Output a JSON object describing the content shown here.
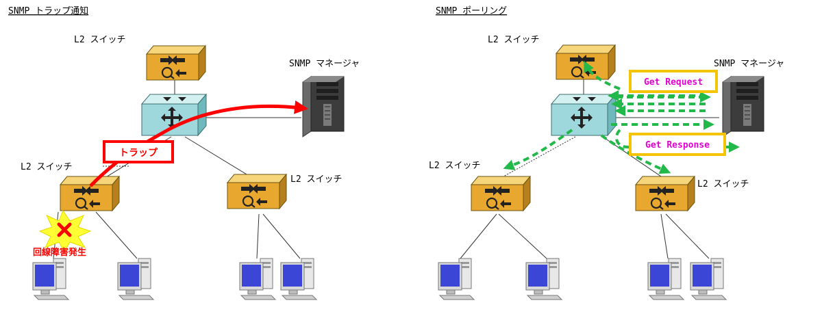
{
  "trap_panel": {
    "heading": "SNMP トラップ通知",
    "manager_label": "SNMP マネージャ",
    "switch_top_label": "L2 スイッチ",
    "switch_left_label": "L2 スイッチ",
    "switch_right_label": "L2 スイッチ",
    "trap_label": "トラップ",
    "failure_label": "回線障害発生"
  },
  "polling_panel": {
    "heading": "SNMP ポーリング",
    "manager_label": "SNMP マネージャ",
    "switch_top_label": "L2 スイッチ",
    "switch_left_label": "L2 スイッチ",
    "switch_right_label": "L2 スイッチ",
    "request_label": "Get Request",
    "response_label": "Get Response"
  },
  "icons": [
    "l2-switch-icon",
    "l3-switch-icon",
    "server-icon",
    "pc-icon",
    "failure-burst-icon"
  ],
  "colors": {
    "switch_body": "#e8a830",
    "core_switch_body": "#9fd8dc",
    "trap_arrow": "#ff0000",
    "polling_arrow": "#22b84a",
    "callout_border": "#f5c400",
    "callout_text": "#e000d0",
    "failure_burst": "#ffff33"
  }
}
